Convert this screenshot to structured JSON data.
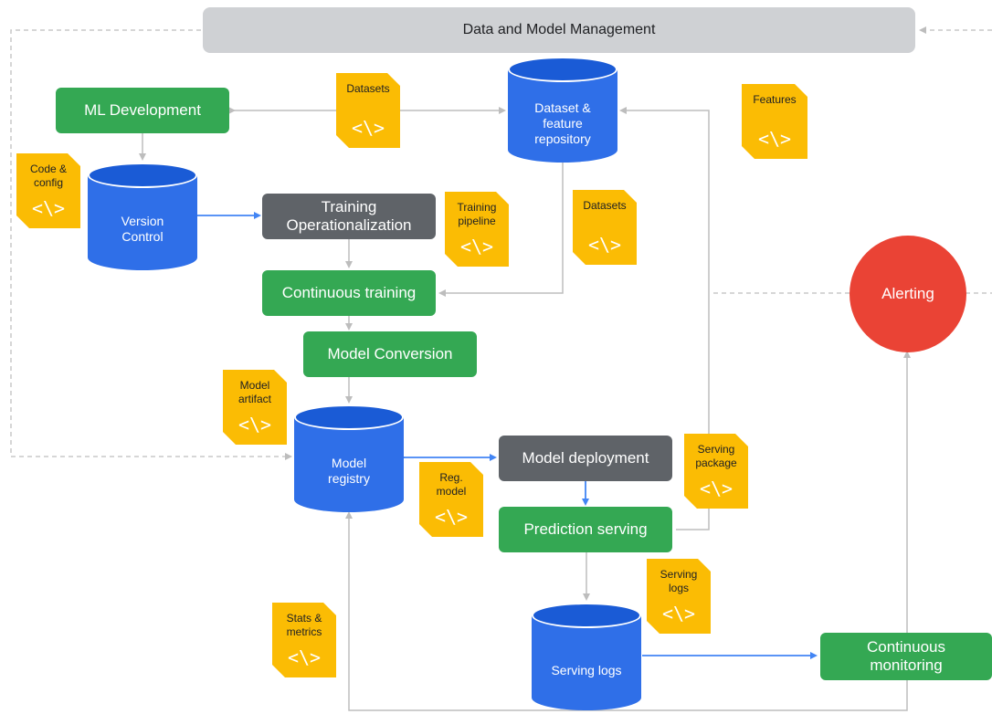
{
  "header": {
    "label": "Data and Model Management"
  },
  "boxes": {
    "ml_development": "ML Development",
    "training_op_line1": "Training",
    "training_op_line2": "Operationalization",
    "continuous_training": "Continuous training",
    "model_conversion": "Model Conversion",
    "model_deployment": "Model deployment",
    "prediction_serving": "Prediction serving",
    "continuous_monitoring_line1": "Continuous",
    "continuous_monitoring_line2": "monitoring"
  },
  "cylinders": {
    "dataset_repo_line1": "Dataset &",
    "dataset_repo_line2": "feature",
    "dataset_repo_line3": "repository",
    "version_control_line1": "Version",
    "version_control_line2": "Control",
    "model_registry_line1": "Model",
    "model_registry_line2": "registry",
    "serving_logs": "Serving logs"
  },
  "alerting": "Alerting",
  "docs": {
    "datasets_top": "Datasets",
    "features": "Features",
    "code_config_line1": "Code &",
    "code_config_line2": "config",
    "training_pipeline_line1": "Training",
    "training_pipeline_line2": "pipeline",
    "datasets_mid": "Datasets",
    "model_artifact_line1": "Model",
    "model_artifact_line2": "artifact",
    "reg_model_line1": "Reg.",
    "reg_model_line2": "model",
    "serving_package_line1": "Serving",
    "serving_package_line2": "package",
    "serving_logs_line1": "Serving",
    "serving_logs_line2": "logs",
    "stats_metrics_line1": "Stats &",
    "stats_metrics_line2": "metrics",
    "code_symbol": "<\\>"
  },
  "colors": {
    "green": "#34a853",
    "dark_gray": "#5f6368",
    "light_gray": "#cfd1d4",
    "blue": "#2f6fe8",
    "yellow": "#fbbc04",
    "red": "#ea4335",
    "connector": "#bdbdbd",
    "blue_connector": "#4285f4"
  }
}
